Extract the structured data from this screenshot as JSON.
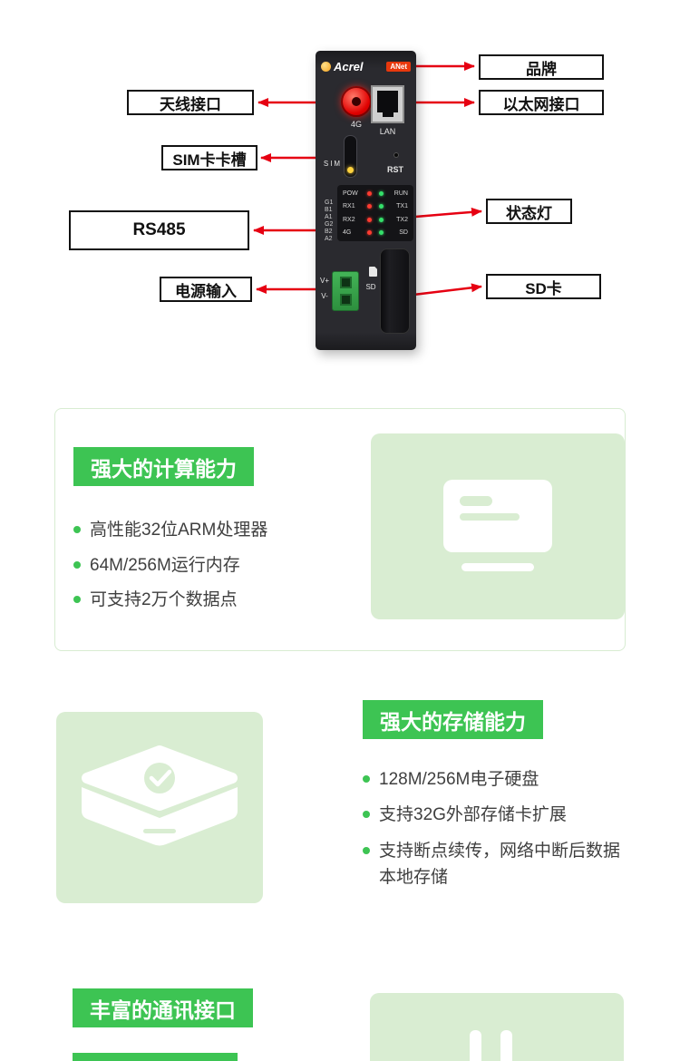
{
  "diagram": {
    "device": {
      "brand": "Acrel",
      "model_tag": "ANet",
      "labels": {
        "antenna": "4G",
        "lan": "LAN",
        "sim": "SIM",
        "rst": "RST",
        "sd": "SD",
        "power_plus": "V+",
        "power_minus": "V-"
      },
      "led_rows": [
        {
          "left": "POW",
          "right": "RUN"
        },
        {
          "left": "RX1",
          "right": "TX1"
        },
        {
          "left": "RX2",
          "right": "TX2"
        },
        {
          "left": "4G",
          "right": "SD"
        }
      ],
      "terminal_pins": [
        "G1",
        "B1",
        "A1",
        "G2",
        "B2",
        "A2"
      ]
    },
    "callouts_left": [
      {
        "label": "天线接口"
      },
      {
        "label": "SIM卡卡槽"
      },
      {
        "label": "RS485"
      },
      {
        "label": "电源输入"
      }
    ],
    "callouts_right": [
      {
        "label": "品牌"
      },
      {
        "label": "以太网接口"
      },
      {
        "label": "状态灯"
      },
      {
        "label": "SD卡"
      }
    ]
  },
  "sections": [
    {
      "title": "强大的计算能力",
      "bullets": [
        "高性能32位ARM处理器",
        "64M/256M运行内存",
        "可支持2万个数据点"
      ],
      "icon": "monitor-icon"
    },
    {
      "title": "强大的存储能力",
      "bullets": [
        "128M/256M电子硬盘",
        "支持32G外部存储卡扩展",
        "支持断点续传，网络中断后数据本地存储"
      ],
      "icon": "storage-box-icon"
    },
    {
      "title": "丰富的通讯接口",
      "bullets": [],
      "icon": "plug-icon"
    }
  ],
  "colors": {
    "accent_green": "#3dc453",
    "panel_green": "#d9edd2",
    "arrow_red": "#e60012",
    "callout_border": "#111111",
    "device_body": "#2a2a2f"
  }
}
